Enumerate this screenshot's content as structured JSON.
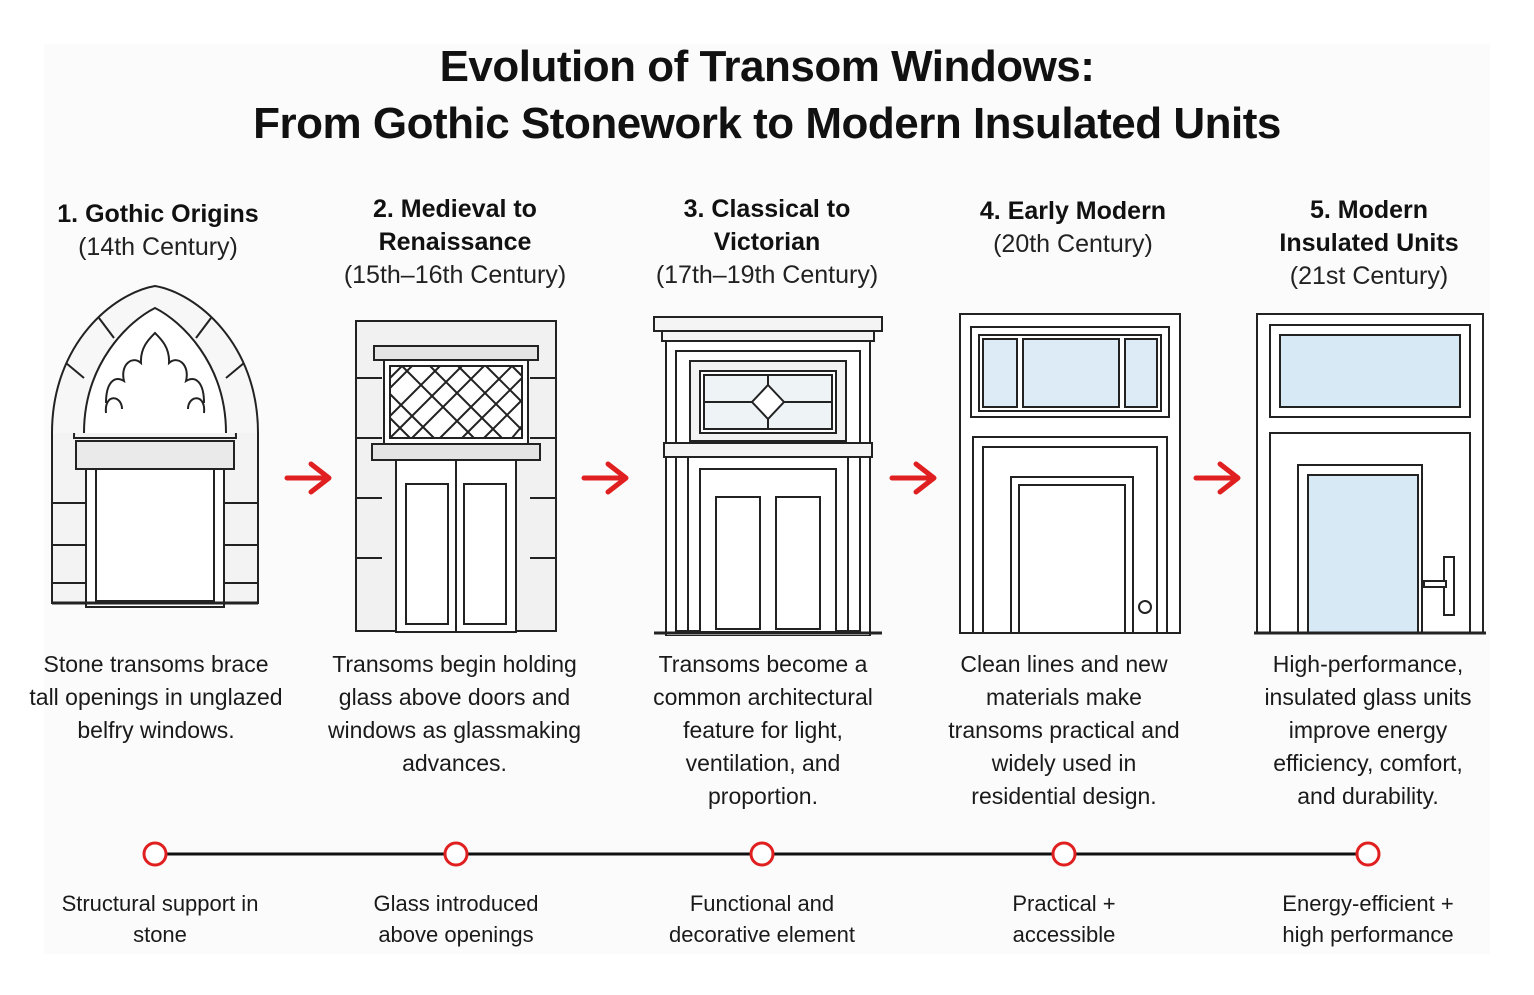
{
  "title": {
    "line1": "Evolution of Transom Windows:",
    "line2": "From Gothic Stonework to Modern Insulated Units"
  },
  "stages": [
    {
      "name_line1": "1. Gothic Origins",
      "name_line2": "",
      "era": "(14th Century)",
      "description": "Stone transoms brace tall openings in unglazed belfry windows.",
      "badge": "Structural support in stone"
    },
    {
      "name_line1": "2. Medieval to",
      "name_line2": "Renaissance",
      "era": "(15th–16th Century)",
      "description": "Transoms begin holding glass above doors and windows as glassmaking advances.",
      "badge": "Glass introduced above openings"
    },
    {
      "name_line1": "3. Classical to",
      "name_line2": "Victorian",
      "era": "(17th–19th Century)",
      "description": "Transoms become a common architectural feature for light, ventilation, and proportion.",
      "badge": "Functional and decorative element"
    },
    {
      "name_line1": "4. Early Modern",
      "name_line2": "",
      "era": "(20th Century)",
      "description": "Clean lines and new materials make transoms practical and widely used in residential design.",
      "badge": "Practical + accessible"
    },
    {
      "name_line1": "5. Modern",
      "name_line2": "Insulated Units",
      "era": "(21st Century)",
      "description": "High-performance, insulated glass units improve energy efficiency, comfort, and durability.",
      "badge": "Energy-efficient + high performance"
    }
  ],
  "colors": {
    "accent": "#e02020",
    "line": "#111111",
    "glass": "#d6e9f5",
    "stone": "#f2f2f2"
  },
  "icons": [
    "arrow-right-icon",
    "timeline-marker-icon"
  ]
}
